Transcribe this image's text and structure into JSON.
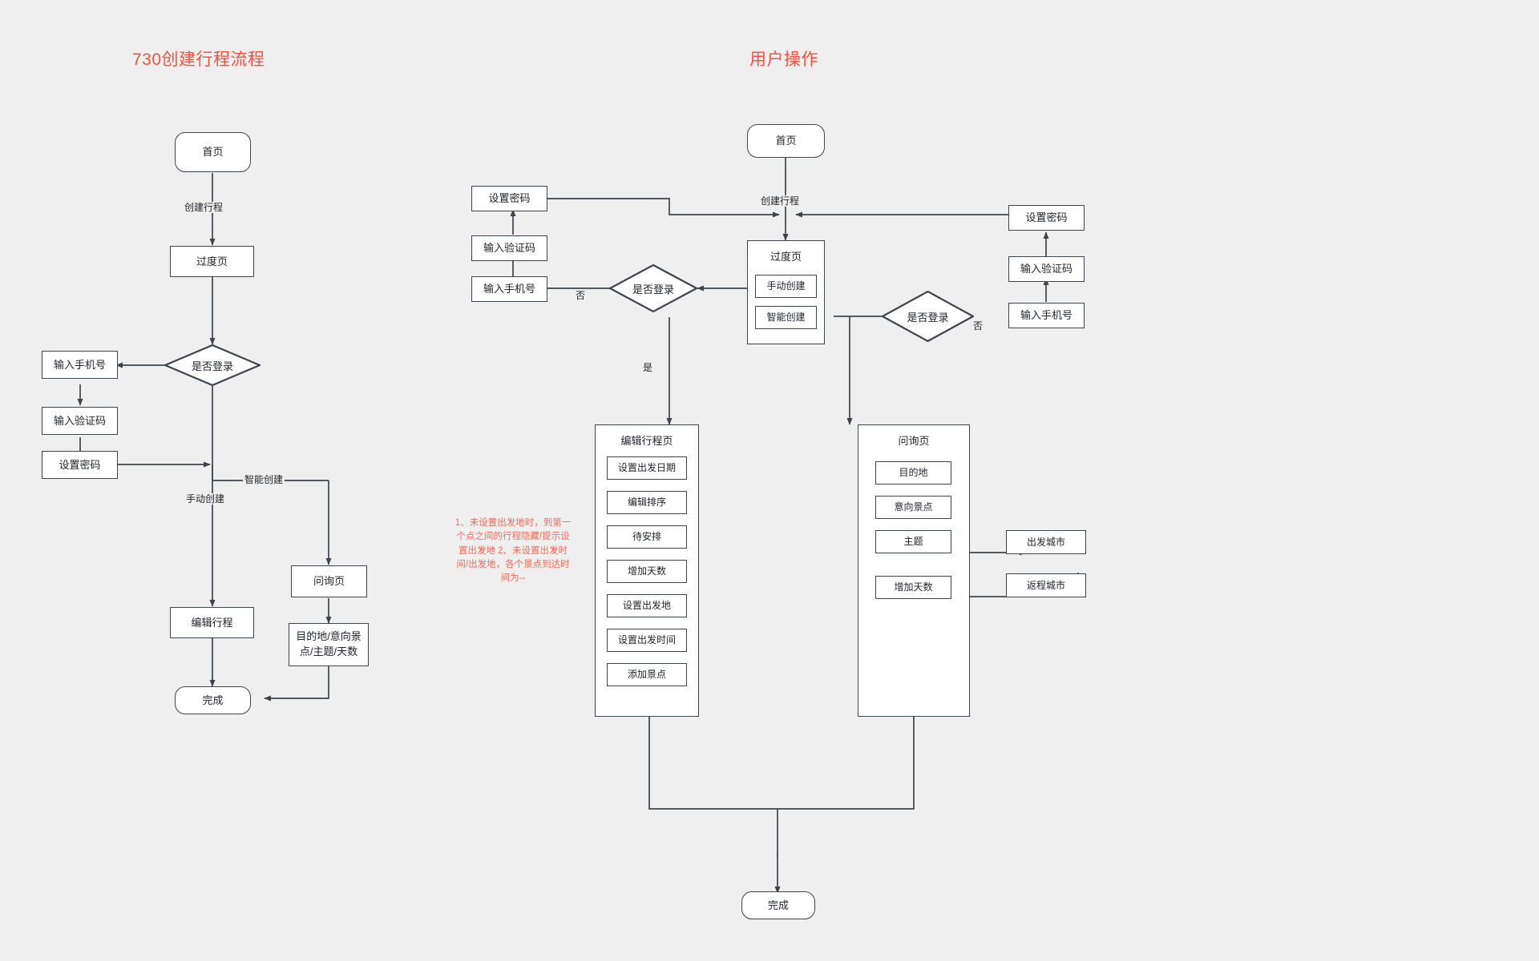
{
  "canvas": {
    "background": "#efefef",
    "stroke_color": "#3c4450",
    "node_fill": "#ffffff",
    "accent_color": "#f9503c",
    "note_color": "#fa6a57"
  },
  "titles": {
    "left": "730创建行程流程",
    "right": "用户操作"
  },
  "left_flow": {
    "nodes": {
      "home": "首页",
      "transition": "过度页",
      "is_login": "是否登录",
      "input_phone": "输入手机号",
      "input_code": "输入验证码",
      "set_password": "设置密码",
      "inquiry_page": "问询页",
      "inquiry_detail": "目的地/意向景点/主题/天数",
      "edit_trip": "编辑行程",
      "finish": "完成"
    },
    "edge_labels": {
      "create_trip": "创建行程",
      "manual_create": "手动创建",
      "smart_create": "智能创建"
    }
  },
  "right_flow": {
    "nodes": {
      "home": "首页",
      "transition": "过度页",
      "manual_create_btn": "手动创建",
      "smart_create_btn": "智能创建",
      "is_login_left": "是否登录",
      "is_login_right": "是否登录",
      "set_password_left": "设置密码",
      "input_code_left": "输入验证码",
      "input_phone_left": "输入手机号",
      "set_password_right": "设置密码",
      "input_code_right": "输入验证码",
      "input_phone_right": "输入手机号",
      "depart_city": "出发城市",
      "return_city": "返程城市",
      "finish": "完成"
    },
    "edge_labels": {
      "create_trip": "创建行程",
      "no_left": "否",
      "yes_left": "是",
      "no_right": "否"
    },
    "edit_group": {
      "title": "编辑行程页",
      "items": [
        "设置出发日期",
        "编辑排序",
        "待安排",
        "增加天数",
        "设置出发地",
        "设置出发时间",
        "添加景点"
      ]
    },
    "inquiry_group": {
      "title": "问询页",
      "items": [
        "目的地",
        "意向景点",
        "主题",
        "增加天数"
      ]
    }
  },
  "note": {
    "text": "1、未设置出发地时，到第一个点之间的行程隐藏/提示设置出发地 2、未设置出发时间/出发地，各个景点到达时间为--"
  }
}
